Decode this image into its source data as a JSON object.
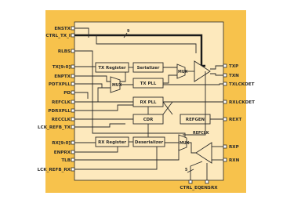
{
  "colors": {
    "outer": "#f7c24c",
    "chip": "#fde9bd",
    "line": "#2b2b2b"
  },
  "pins": {
    "left": [
      "ENSTX",
      "CTRL_TX_I",
      "RLBS",
      "TX[9:0]",
      "ENPTX",
      "PDTXPLL",
      "PD",
      "REFCLK",
      "PDRXPLL",
      "RECCLK",
      "LCK_REFB_TX",
      "RX[9:0]",
      "ENPRX",
      "TLB",
      "LCK_REFB_RX"
    ],
    "right": [
      "TXP",
      "TXN",
      "TXLCKDET",
      "RXLCKDET",
      "REXT",
      "RXP",
      "RXN"
    ],
    "bottom": [
      "CTRL_EQ",
      "ENSRX"
    ]
  },
  "blocks": {
    "tx_register": "TX Register",
    "serializer": "Serializer",
    "tx_pll": "TX PLL",
    "rx_pll": "RX PLL",
    "cdr": "CDR",
    "refgen": "REFGEN",
    "rx_register": "RX Register",
    "deserializer": "Deserializer"
  },
  "mux_labels": [
    "MUX",
    "MUX",
    "MUX"
  ],
  "signal_labels": {
    "bus_width_top": "9",
    "refclk_internal": "REFCLK",
    "eq_bus_width": "5"
  }
}
